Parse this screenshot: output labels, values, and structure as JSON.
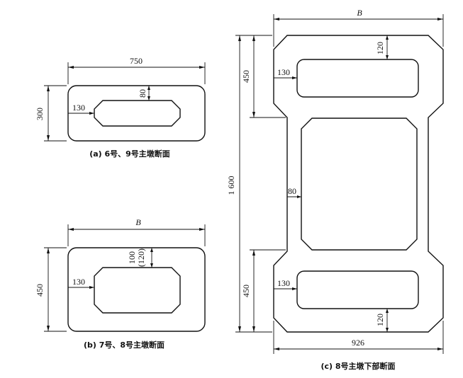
{
  "panels": {
    "a": {
      "caption": "(a) 6号、9号主墩断面",
      "width_label": "750",
      "height_label": "300",
      "wall_label": "130",
      "top_wall_label": "80"
    },
    "b": {
      "caption": "(b) 7号、8号主墩断面",
      "width_label": "B",
      "height_label": "450",
      "wall_label": "130",
      "top_wall_label_1": "100",
      "top_wall_label_2": "(120)"
    },
    "c": {
      "caption": "(c) 8号主墩下部断面",
      "top_width_label": "B",
      "bottom_width_label": "926",
      "total_height_label": "1 600",
      "upper_height_label": "450",
      "lower_height_label": "450",
      "upper_wall_label": "130",
      "lower_wall_label": "130",
      "upper_top_label": "120",
      "lower_bottom_label": "120",
      "middle_wall_label": "80"
    }
  }
}
